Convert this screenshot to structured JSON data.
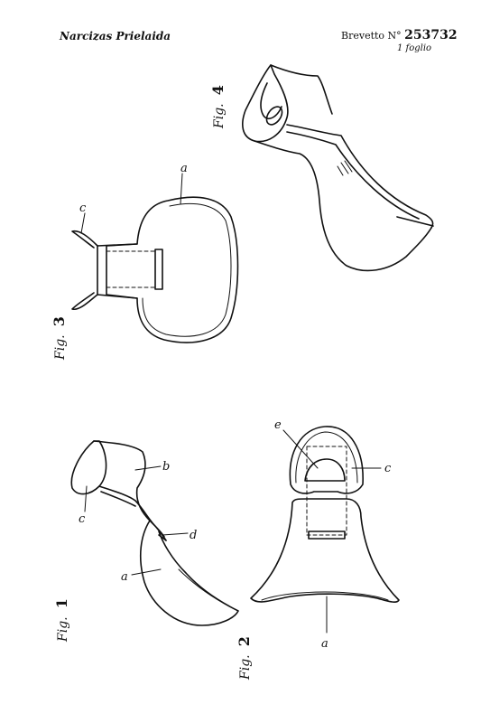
{
  "header": {
    "author": "Narcizas Prielaida",
    "patent_prefix": "Brevetto N°",
    "patent_number": "253732",
    "sheet": "1 foglio"
  },
  "figures": {
    "fig1": {
      "prefix": "Fig.",
      "number": "1",
      "labels": {
        "a": "a",
        "b": "b",
        "c": "c",
        "d": "d"
      }
    },
    "fig2": {
      "prefix": "Fig.",
      "number": "2",
      "labels": {
        "a": "a",
        "c": "c",
        "e": "e"
      }
    },
    "fig3": {
      "prefix": "Fig.",
      "number": "3",
      "labels": {
        "a": "a",
        "c": "c"
      }
    },
    "fig4": {
      "prefix": "Fig.",
      "number": "4"
    }
  }
}
